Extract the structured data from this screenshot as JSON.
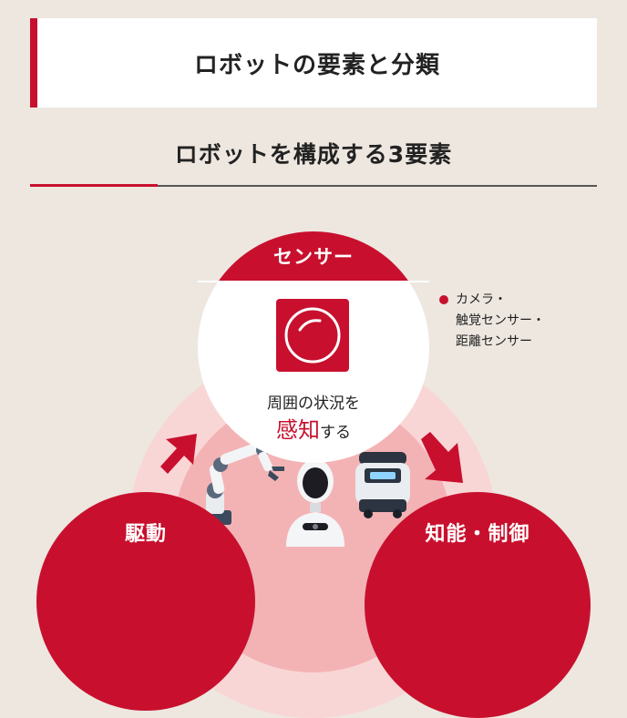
{
  "header": {
    "title": "ロボットの要素と分類"
  },
  "section": {
    "subtitle": "ロボットを構成する3要素"
  },
  "sensor": {
    "label": "センサー",
    "desc_line1": "周囲の状況を",
    "desc_emphasis": "感知",
    "desc_tail": "する",
    "examples": [
      "カメラ・",
      "触覚センサー・",
      "距離センサー"
    ]
  },
  "drive": {
    "label": "駆動"
  },
  "control": {
    "label": "知能・制御"
  },
  "colors": {
    "accent": "#c8102e",
    "background": "#ede7e0",
    "ring_light": "#f9d6d6",
    "ring_mid": "#f3b3b5"
  },
  "icons": [
    "camera-icon",
    "arrow-up-icon",
    "arrow-down-right-icon",
    "robot-arm-icon",
    "humanoid-robot-icon",
    "service-robot-icon"
  ]
}
